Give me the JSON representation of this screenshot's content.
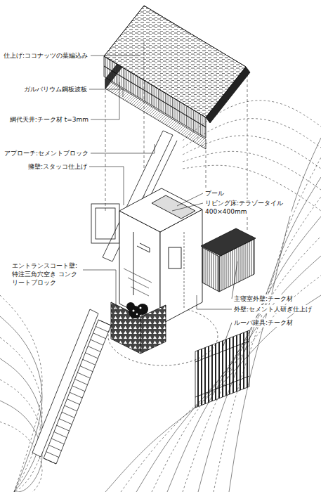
{
  "diagram": {
    "labels": [
      "仕上げ:ココナッツの葉編込み",
      "ガルバリウム鋼板波板",
      "網代天井:チーク材 t=3mm",
      "アプローチ:セメントブロック",
      "擁壁:スタッコ仕上げ",
      "エントランスコート壁:特注三角穴空き コンクリートブロック",
      "プール",
      "リビング床:テラゾータイル 400×400mm",
      "主寝室外壁:チーク材",
      "外壁:セメント人研ぎ仕上げ",
      "ルーバ建具:チーク材"
    ]
  }
}
